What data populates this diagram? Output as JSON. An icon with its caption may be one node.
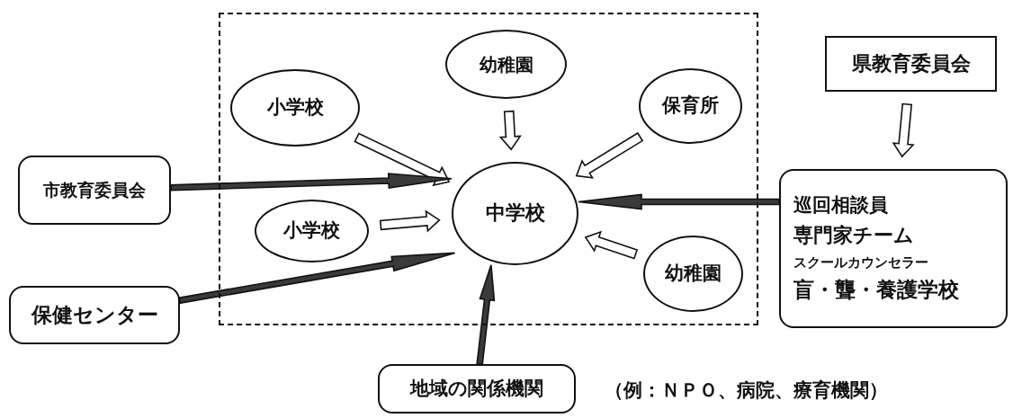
{
  "diagram": {
    "nodes": [
      {
        "text": [],
        "shape": "box"
      },
      {
        "text": [
          "幼稚園"
        ],
        "in": 0
      },
      {
        "text": [
          "小学校"
        ],
        "in": 0
      },
      {
        "text": [
          "保育所"
        ],
        "in": 0
      },
      {
        "text": [
          "中学校"
        ],
        "in": 0
      },
      {
        "text": [
          "小学校"
        ],
        "in": 0
      },
      {
        "text": [
          "幼稚園"
        ],
        "in": 0
      },
      {
        "text": [
          "県教育委員会"
        ]
      },
      {
        "text": [
          "市教育委員会"
        ]
      },
      {
        "text": [
          "巡回相談員",
          "専門家チーム",
          "スクールカウンセラー",
          "盲・聾・養護学校"
        ]
      },
      {
        "text": [
          "保健センター"
        ]
      },
      {
        "text": [
          "地域の関係機関"
        ],
        "beside": [
          "（例：ＮＰＯ、病院、療育機関）"
        ]
      }
    ],
    "edges": [
      {
        "from": 1,
        "to": 4,
        "arrow": "to"
      },
      {
        "from": 2,
        "to": 4,
        "arrow": "to"
      },
      {
        "from": 3,
        "to": 4,
        "arrow": "to"
      },
      {
        "from": 5,
        "to": 4,
        "arrow": "to"
      },
      {
        "from": 6,
        "to": 4,
        "arrow": "to"
      },
      {
        "from": 7,
        "to": 9,
        "arrow": "to"
      },
      {
        "from": 8,
        "to": 4,
        "arrow": "to",
        "style": "thick"
      },
      {
        "from": 9,
        "to": 4,
        "arrow": "to",
        "style": "thick"
      },
      {
        "from": 10,
        "to": 4,
        "arrow": "to",
        "style": "thick"
      },
      {
        "from": 11,
        "to": 4,
        "arrow": "to",
        "style": "thick"
      }
    ]
  }
}
